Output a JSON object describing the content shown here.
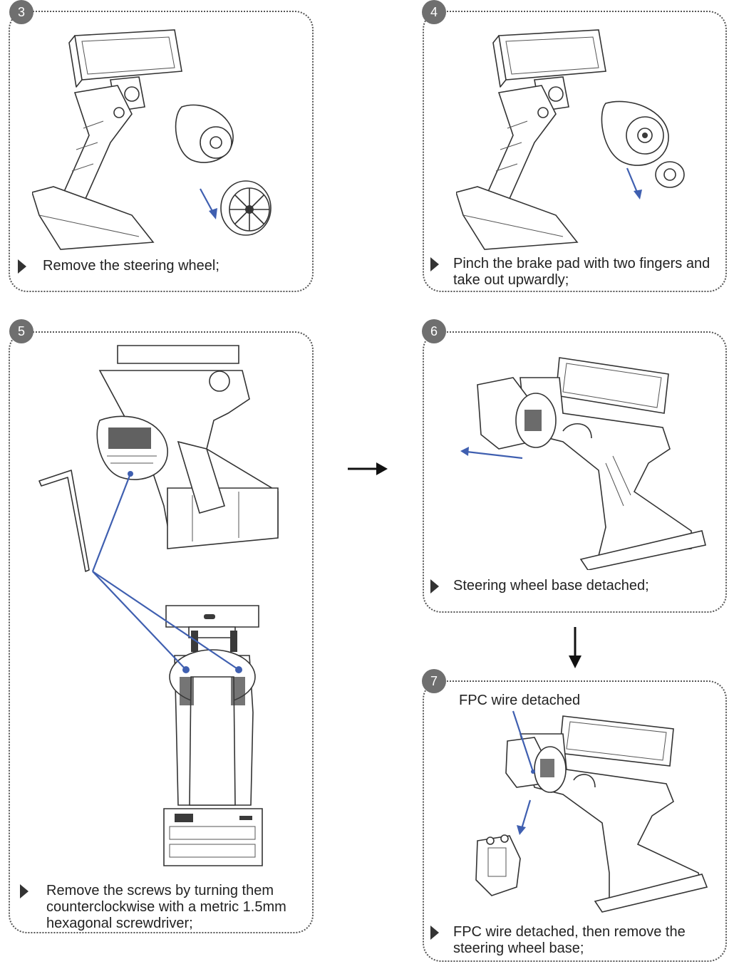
{
  "steps": [
    {
      "number": "3",
      "caption": "Remove the steering wheel;"
    },
    {
      "number": "4",
      "caption": "Pinch the brake pad with two fingers and\n take out upwardly;"
    },
    {
      "number": "5",
      "caption": "Remove the screws by turning them\ncounterclockwise with a metric 1.5mm\nhexagonal screwdriver;"
    },
    {
      "number": "6",
      "caption": "Steering wheel base detached;"
    },
    {
      "number": "7",
      "caption": "FPC wire detached, then remove the\n steering wheel base;",
      "callout": "FPC wire detached"
    }
  ],
  "colors": {
    "arrow_blue": "#3f5fb0",
    "badge_gray": "#6f6f6f",
    "border": "#555555"
  },
  "icons": [
    "play-icon",
    "arrow-right-icon",
    "arrow-down-icon"
  ]
}
